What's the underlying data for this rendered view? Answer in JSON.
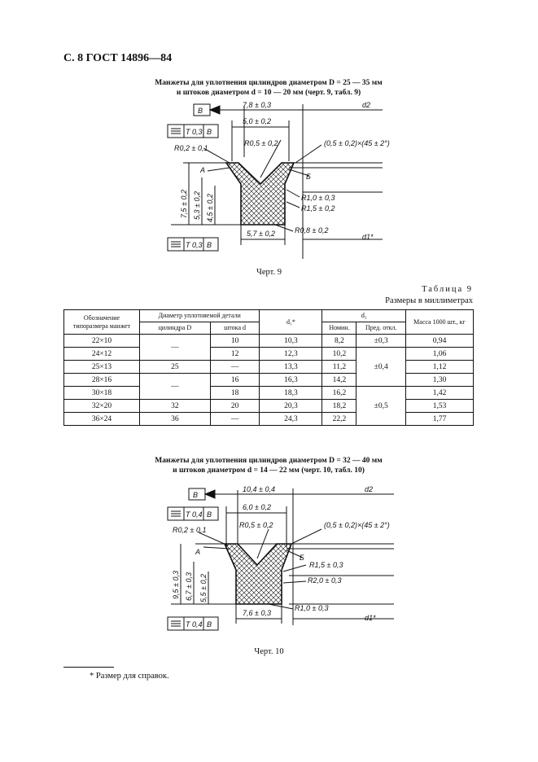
{
  "header": "С. 8 ГОСТ 14896—84",
  "section1": {
    "caption_line1": "Манжеты для уплотнения цилиндров диаметром D = 25 — 35 мм",
    "caption_line2": "и штоков диаметром d = 10 — 20 мм (черт. 9, табл. 9)",
    "figure_caption": "Черт. 9",
    "drawing": {
      "datum": "B",
      "tol_top": "Т 0,3",
      "tol_bottom": "Т 0,3",
      "dim_top_width": "7,8 ± 0,3",
      "dim_lip_width": "5,0 ± 0,2",
      "r_outer": "R0,2 ± 0,1",
      "r_groove": "R0,5 ± 0,2",
      "chamfer": "(0,5 ± 0,2)×(45 ± 2°)",
      "d2": "d2",
      "d1": "d1*",
      "label_a": "A",
      "label_b": "Б",
      "h_total": "7,5 ± 0,2",
      "h_mid": "5,3 ± 0,2",
      "h_base": "4,5 ± 0,2",
      "r1": "R1,0 ± 0,3",
      "r2": "R1,5 ± 0,2",
      "r3": "R0,8 ± 0,2",
      "dim_bottom_width": "5,7 ± 0,2"
    }
  },
  "table9": {
    "title": "Таблица 9",
    "units": "Размеры в миллиметрах",
    "headers": {
      "designation": "Обозначение типоразмера манжет",
      "sealed_diameter": "Диаметр уплотняемой детали",
      "cylinder": "цилиндра D",
      "rod": "штока d",
      "d1": "d₁*",
      "d2": "d₂",
      "nominal": "Номин.",
      "tolerance": "Пред. откл.",
      "mass": "Масса 1000 шт., кг"
    },
    "rows": [
      {
        "designation": "22×10",
        "cylinder": "—",
        "rod": "10",
        "d1": "10,3",
        "nominal": "8,2",
        "tolerance": "±0,3",
        "mass": "0,94"
      },
      {
        "designation": "24×12",
        "cylinder": "",
        "rod": "12",
        "d1": "12,3",
        "nominal": "10,2",
        "tolerance": "",
        "mass": "1,06"
      },
      {
        "designation": "25×13",
        "cylinder": "25",
        "rod": "—",
        "d1": "13,3",
        "nominal": "11,2",
        "tolerance": "±0,4",
        "mass": "1,12"
      },
      {
        "designation": "28×16",
        "cylinder": "—",
        "rod": "16",
        "d1": "16,3",
        "nominal": "14,2",
        "tolerance": "",
        "mass": "1,30"
      },
      {
        "designation": "30×18",
        "cylinder": "",
        "rod": "18",
        "d1": "18,3",
        "nominal": "16,2",
        "tolerance": "",
        "mass": "1,42"
      },
      {
        "designation": "32×20",
        "cylinder": "32",
        "rod": "20",
        "d1": "20,3",
        "nominal": "18,2",
        "tolerance": "±0,5",
        "mass": "1,53"
      },
      {
        "designation": "36×24",
        "cylinder": "36",
        "rod": "—",
        "d1": "24,3",
        "nominal": "22,2",
        "tolerance": "",
        "mass": "1,77"
      }
    ]
  },
  "section2": {
    "caption_line1": "Манжеты для уплотнения цилиндров диаметром D = 32 — 40 мм",
    "caption_line2": "и штоков диаметром d = 14 — 22 мм (черт. 10, табл. 10)",
    "figure_caption": "Черт. 10",
    "drawing": {
      "datum": "B",
      "tol_top": "Т 0,4",
      "tol_bottom": "Т 0,4",
      "dim_top_width": "10,4 ± 0,4",
      "dim_lip_width": "6,0 ± 0,2",
      "r_outer": "R0,2 ± 0,1",
      "r_groove": "R0,5 ± 0,2",
      "chamfer": "(0,5 ± 0,2)×(45 ± 2°)",
      "d2": "d2",
      "d1": "d1*",
      "label_a": "A",
      "label_b": "Б",
      "h_total": "9,5 ± 0,3",
      "h_mid": "6,7 ± 0,3",
      "h_base": "5,5 ± 0,2",
      "r1": "R1,5 ± 0,3",
      "r2": "R2,0 ± 0,3",
      "r3": "R1,0 ± 0,3",
      "dim_bottom_width": "7,6 ± 0,3"
    }
  },
  "footnote": "* Размер для справок."
}
